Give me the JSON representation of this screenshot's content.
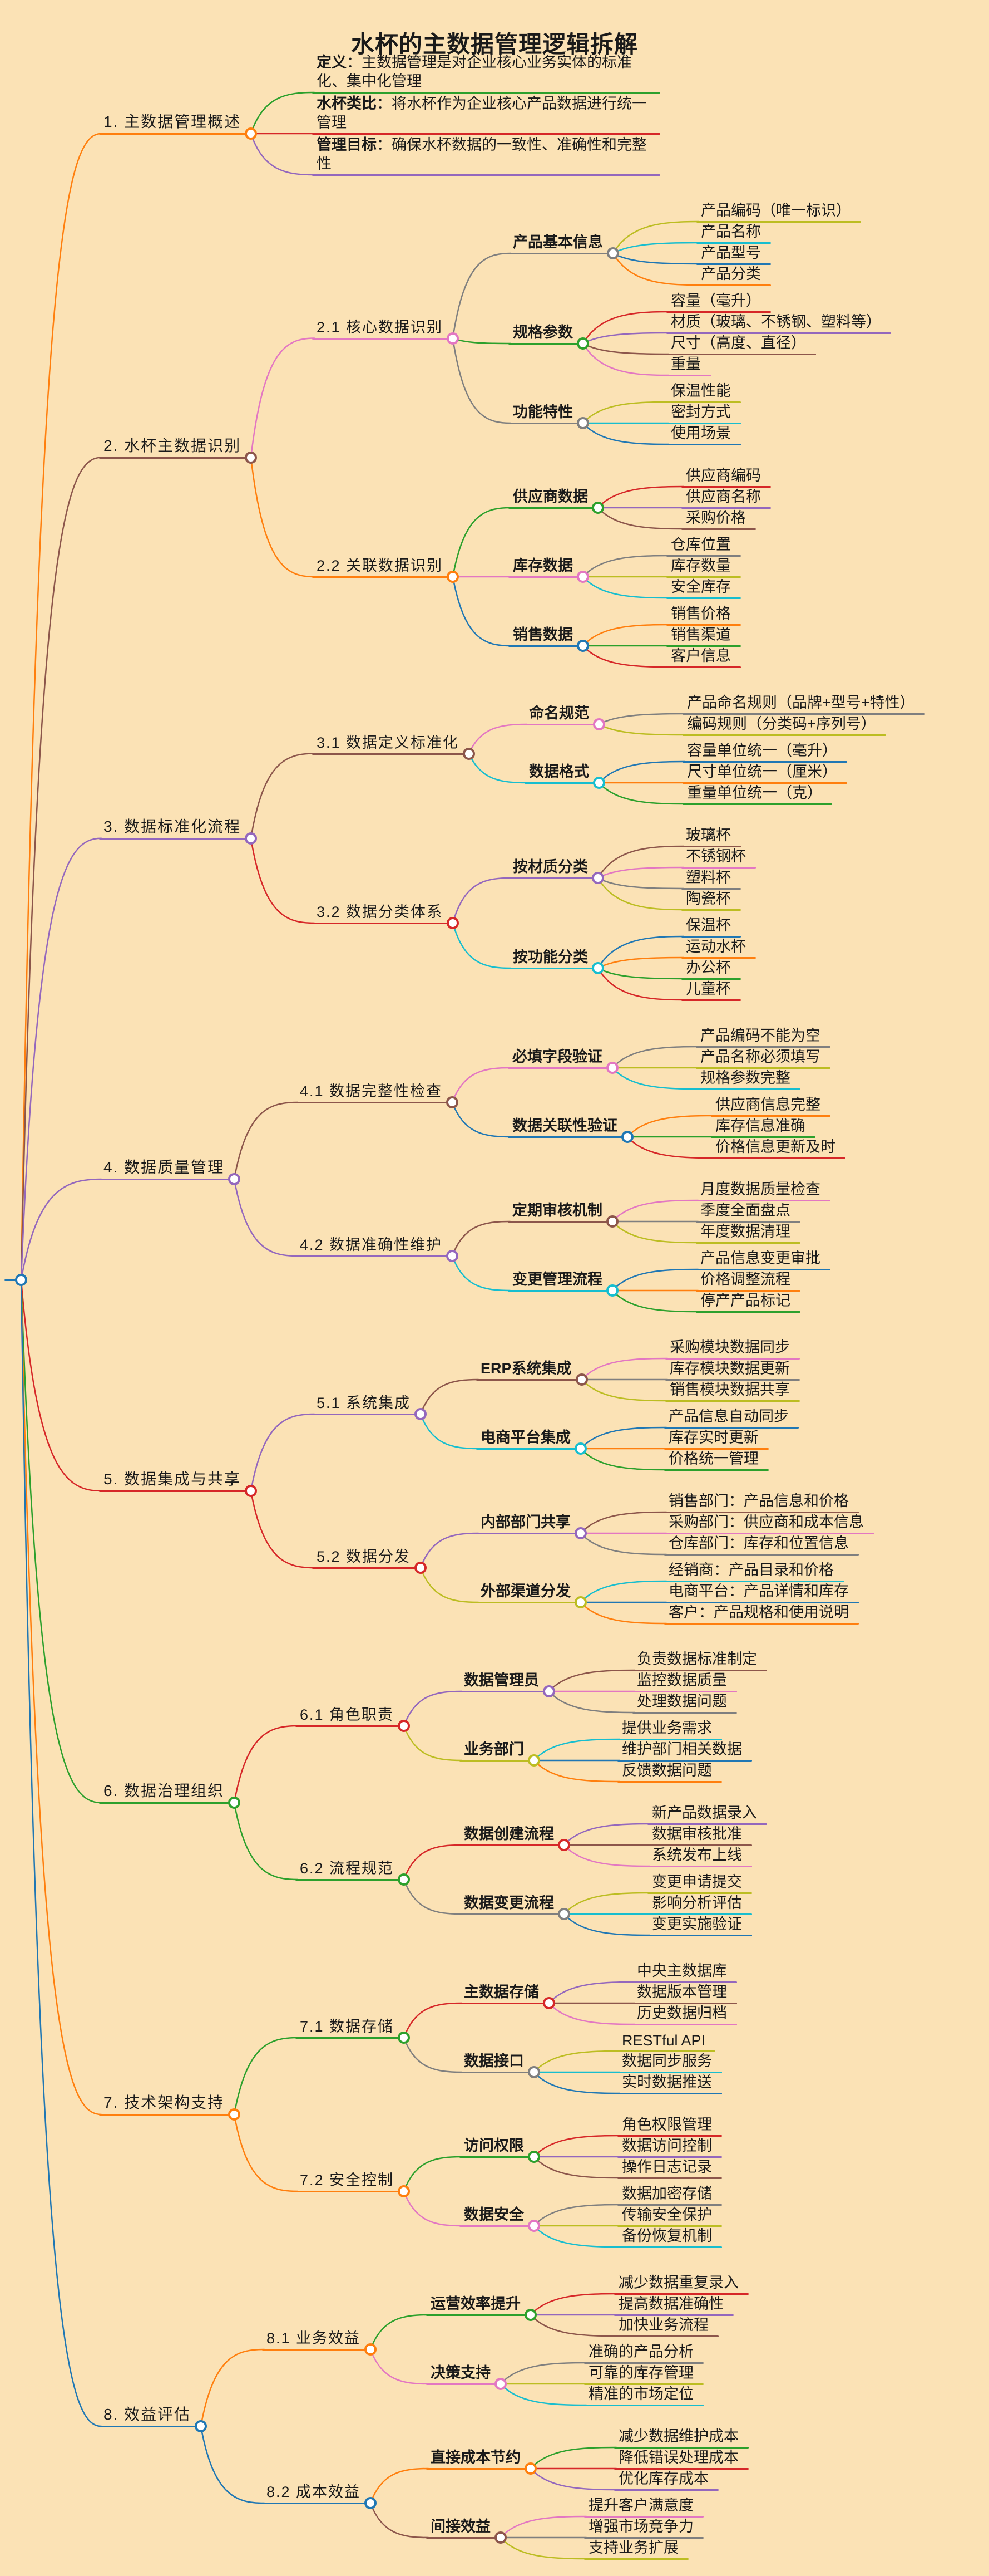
{
  "title": "水杯的主数据管理逻辑拆解",
  "canvas": {
    "background": "#FBE2B5",
    "text_color": "#1a1a1a",
    "node_circle_fill": "#ffffff"
  },
  "palette": [
    "#1f77b4",
    "#ff7f0e",
    "#2ca02c",
    "#d62728",
    "#9467bd",
    "#8c564b",
    "#e377c2",
    "#7f7f7f",
    "#bcbd22",
    "#17becf"
  ],
  "tree": {
    "t": "",
    "c": [
      {
        "t": "1. 主数据管理概述",
        "c": [
          {
            "s": "定义",
            "t": "：主数据管理是对企业核心业务实体的标准化、集中化管理"
          },
          {
            "s": "水杯类比",
            "t": "：将水杯作为企业核心产品数据进行统一管理"
          },
          {
            "s": "管理目标",
            "t": "：确保水杯数据的一致性、准确性和完整性"
          }
        ]
      },
      {
        "t": "2. 水杯主数据识别",
        "c": [
          {
            "t": "2.1 核心数据识别",
            "c": [
              {
                "t": "产品基本信息",
                "c": [
                  {
                    "t": "产品编码（唯一标识）"
                  },
                  {
                    "t": "产品名称"
                  },
                  {
                    "t": "产品型号"
                  },
                  {
                    "t": "产品分类"
                  }
                ]
              },
              {
                "t": "规格参数",
                "c": [
                  {
                    "t": "容量（毫升）"
                  },
                  {
                    "t": "材质（玻璃、不锈钢、塑料等）"
                  },
                  {
                    "t": "尺寸（高度、直径）"
                  },
                  {
                    "t": "重量"
                  }
                ]
              },
              {
                "t": "功能特性",
                "c": [
                  {
                    "t": "保温性能"
                  },
                  {
                    "t": "密封方式"
                  },
                  {
                    "t": "使用场景"
                  }
                ]
              }
            ]
          },
          {
            "t": "2.2 关联数据识别",
            "c": [
              {
                "t": "供应商数据",
                "c": [
                  {
                    "t": "供应商编码"
                  },
                  {
                    "t": "供应商名称"
                  },
                  {
                    "t": "采购价格"
                  }
                ]
              },
              {
                "t": "库存数据",
                "c": [
                  {
                    "t": "仓库位置"
                  },
                  {
                    "t": "库存数量"
                  },
                  {
                    "t": "安全库存"
                  }
                ]
              },
              {
                "t": "销售数据",
                "c": [
                  {
                    "t": "销售价格"
                  },
                  {
                    "t": "销售渠道"
                  },
                  {
                    "t": "客户信息"
                  }
                ]
              }
            ]
          }
        ]
      },
      {
        "t": "3. 数据标准化流程",
        "c": [
          {
            "t": "3.1 数据定义标准化",
            "c": [
              {
                "t": "命名规范",
                "c": [
                  {
                    "t": "产品命名规则（品牌+型号+特性）"
                  },
                  {
                    "t": "编码规则（分类码+序列号）"
                  }
                ]
              },
              {
                "t": "数据格式",
                "c": [
                  {
                    "t": "容量单位统一（毫升）"
                  },
                  {
                    "t": "尺寸单位统一（厘米）"
                  },
                  {
                    "t": "重量单位统一（克）"
                  }
                ]
              }
            ]
          },
          {
            "t": "3.2 数据分类体系",
            "c": [
              {
                "t": "按材质分类",
                "c": [
                  {
                    "t": "玻璃杯"
                  },
                  {
                    "t": "不锈钢杯"
                  },
                  {
                    "t": "塑料杯"
                  },
                  {
                    "t": "陶瓷杯"
                  }
                ]
              },
              {
                "t": "按功能分类",
                "c": [
                  {
                    "t": "保温杯"
                  },
                  {
                    "t": "运动水杯"
                  },
                  {
                    "t": "办公杯"
                  },
                  {
                    "t": "儿童杯"
                  }
                ]
              }
            ]
          }
        ]
      },
      {
        "t": "4. 数据质量管理",
        "c": [
          {
            "t": "4.1 数据完整性检查",
            "c": [
              {
                "t": "必填字段验证",
                "c": [
                  {
                    "t": "产品编码不能为空"
                  },
                  {
                    "t": "产品名称必须填写"
                  },
                  {
                    "t": "规格参数完整"
                  }
                ]
              },
              {
                "t": "数据关联性验证",
                "c": [
                  {
                    "t": "供应商信息完整"
                  },
                  {
                    "t": "库存信息准确"
                  },
                  {
                    "t": "价格信息更新及时"
                  }
                ]
              }
            ]
          },
          {
            "t": "4.2 数据准确性维护",
            "c": [
              {
                "t": "定期审核机制",
                "c": [
                  {
                    "t": "月度数据质量检查"
                  },
                  {
                    "t": "季度全面盘点"
                  },
                  {
                    "t": "年度数据清理"
                  }
                ]
              },
              {
                "t": "变更管理流程",
                "c": [
                  {
                    "t": "产品信息变更审批"
                  },
                  {
                    "t": "价格调整流程"
                  },
                  {
                    "t": "停产产品标记"
                  }
                ]
              }
            ]
          }
        ]
      },
      {
        "t": "5. 数据集成与共享",
        "c": [
          {
            "t": "5.1 系统集成",
            "c": [
              {
                "t": "ERP系统集成",
                "c": [
                  {
                    "t": "采购模块数据同步"
                  },
                  {
                    "t": "库存模块数据更新"
                  },
                  {
                    "t": "销售模块数据共享"
                  }
                ]
              },
              {
                "t": "电商平台集成",
                "c": [
                  {
                    "t": "产品信息自动同步"
                  },
                  {
                    "t": "库存实时更新"
                  },
                  {
                    "t": "价格统一管理"
                  }
                ]
              }
            ]
          },
          {
            "t": "5.2 数据分发",
            "c": [
              {
                "t": "内部部门共享",
                "c": [
                  {
                    "t": "销售部门：产品信息和价格"
                  },
                  {
                    "t": "采购部门：供应商和成本信息"
                  },
                  {
                    "t": "仓库部门：库存和位置信息"
                  }
                ]
              },
              {
                "t": "外部渠道分发",
                "c": [
                  {
                    "t": "经销商：产品目录和价格"
                  },
                  {
                    "t": "电商平台：产品详情和库存"
                  },
                  {
                    "t": "客户：产品规格和使用说明"
                  }
                ]
              }
            ]
          }
        ]
      },
      {
        "t": "6. 数据治理组织",
        "c": [
          {
            "t": "6.1 角色职责",
            "c": [
              {
                "t": "数据管理员",
                "c": [
                  {
                    "t": "负责数据标准制定"
                  },
                  {
                    "t": "监控数据质量"
                  },
                  {
                    "t": "处理数据问题"
                  }
                ]
              },
              {
                "t": "业务部门",
                "c": [
                  {
                    "t": "提供业务需求"
                  },
                  {
                    "t": "维护部门相关数据"
                  },
                  {
                    "t": "反馈数据问题"
                  }
                ]
              }
            ]
          },
          {
            "t": "6.2 流程规范",
            "c": [
              {
                "t": "数据创建流程",
                "c": [
                  {
                    "t": "新产品数据录入"
                  },
                  {
                    "t": "数据审核批准"
                  },
                  {
                    "t": "系统发布上线"
                  }
                ]
              },
              {
                "t": "数据变更流程",
                "c": [
                  {
                    "t": "变更申请提交"
                  },
                  {
                    "t": "影响分析评估"
                  },
                  {
                    "t": "变更实施验证"
                  }
                ]
              }
            ]
          }
        ]
      },
      {
        "t": "7. 技术架构支持",
        "c": [
          {
            "t": "7.1 数据存储",
            "c": [
              {
                "t": "主数据存储",
                "c": [
                  {
                    "t": "中央主数据库"
                  },
                  {
                    "t": "数据版本管理"
                  },
                  {
                    "t": "历史数据归档"
                  }
                ]
              },
              {
                "t": "数据接口",
                "c": [
                  {
                    "t": "RESTful API"
                  },
                  {
                    "t": "数据同步服务"
                  },
                  {
                    "t": "实时数据推送"
                  }
                ]
              }
            ]
          },
          {
            "t": "7.2 安全控制",
            "c": [
              {
                "t": "访问权限",
                "c": [
                  {
                    "t": "角色权限管理"
                  },
                  {
                    "t": "数据访问控制"
                  },
                  {
                    "t": "操作日志记录"
                  }
                ]
              },
              {
                "t": "数据安全",
                "c": [
                  {
                    "t": "数据加密存储"
                  },
                  {
                    "t": "传输安全保护"
                  },
                  {
                    "t": "备份恢复机制"
                  }
                ]
              }
            ]
          }
        ]
      },
      {
        "t": "8. 效益评估",
        "c": [
          {
            "t": "8.1 业务效益",
            "c": [
              {
                "t": "运营效率提升",
                "c": [
                  {
                    "t": "减少数据重复录入"
                  },
                  {
                    "t": "提高数据准确性"
                  },
                  {
                    "t": "加快业务流程"
                  }
                ]
              },
              {
                "t": "决策支持",
                "c": [
                  {
                    "t": "准确的产品分析"
                  },
                  {
                    "t": "可靠的库存管理"
                  },
                  {
                    "t": "精准的市场定位"
                  }
                ]
              }
            ]
          },
          {
            "t": "8.2 成本效益",
            "c": [
              {
                "t": "直接成本节约",
                "c": [
                  {
                    "t": "减少数据维护成本"
                  },
                  {
                    "t": "降低错误处理成本"
                  },
                  {
                    "t": "优化库存成本"
                  }
                ]
              },
              {
                "t": "间接效益",
                "c": [
                  {
                    "t": "提升客户满意度"
                  },
                  {
                    "t": "增强市场竞争力"
                  },
                  {
                    "t": "支持业务扩展"
                  }
                ]
              }
            ]
          }
        ]
      }
    ]
  }
}
